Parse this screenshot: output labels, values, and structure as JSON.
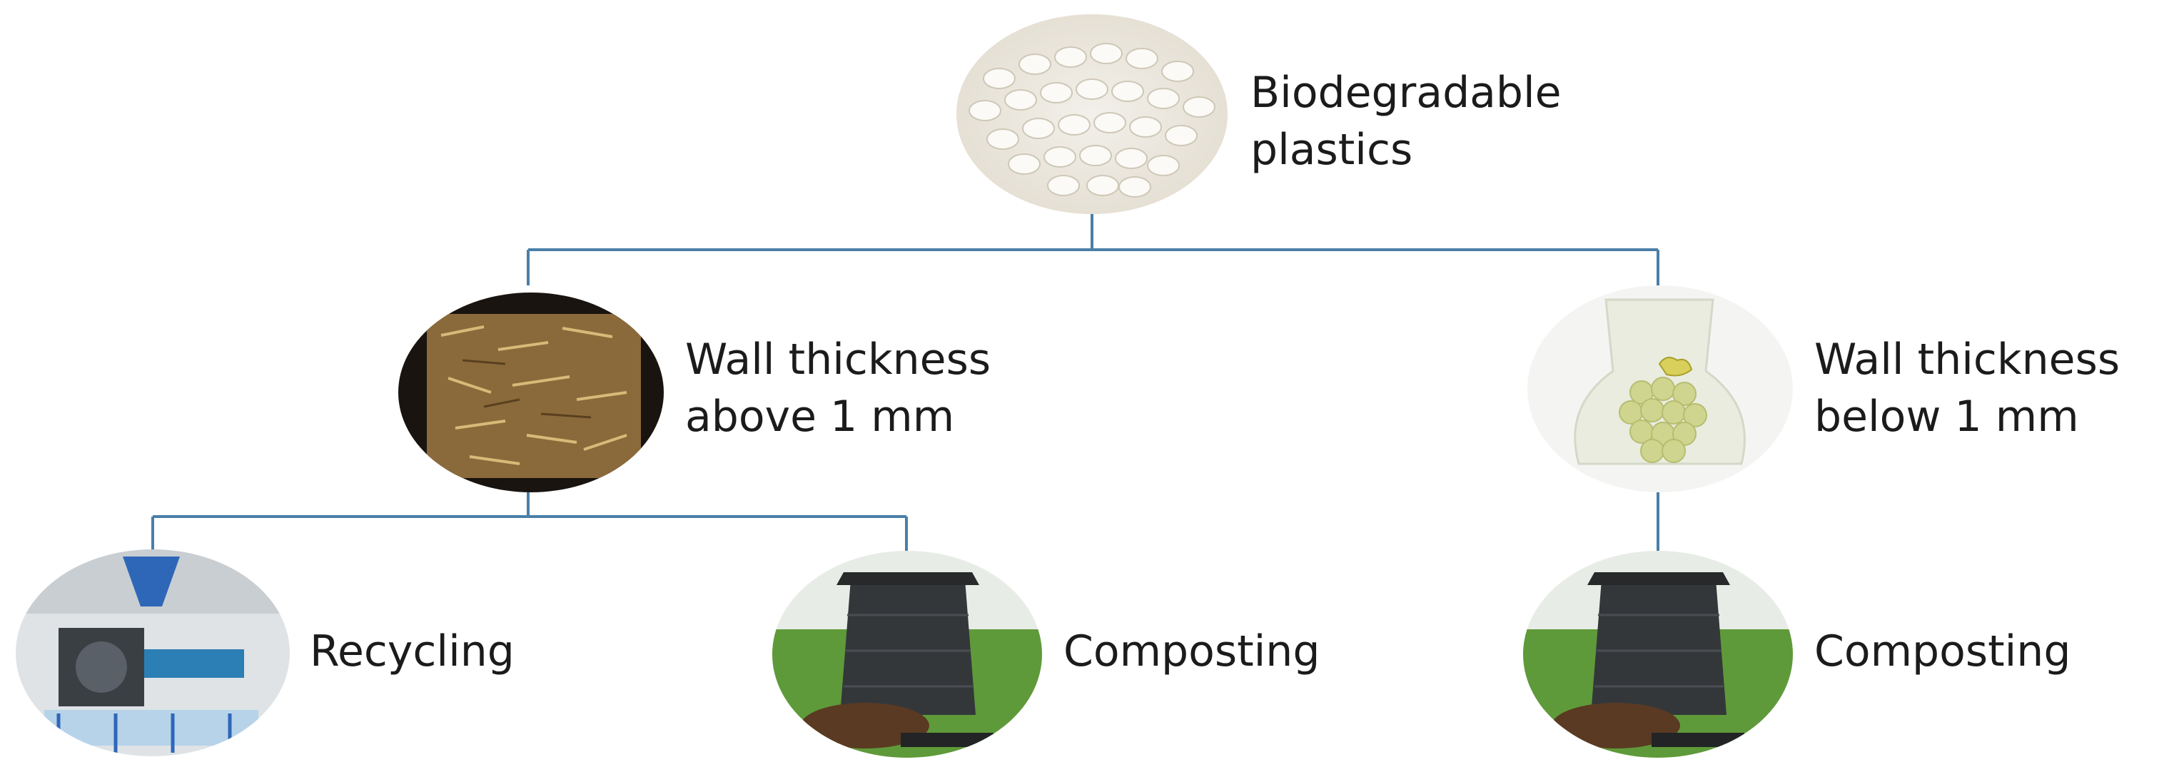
{
  "nodes": {
    "root": {
      "line1": "Biodegradable",
      "line2": "plastics",
      "image": "white-plastic-pellets"
    },
    "thick": {
      "line1": "Wall thickness",
      "line2": "above 1 mm",
      "image": "fibre-composite-panel"
    },
    "thin": {
      "line1": "Wall thickness",
      "line2": "below 1 mm",
      "image": "translucent-bag-with-grapes"
    },
    "recycling": {
      "label": "Recycling",
      "image": "recycling-machinery"
    },
    "composting_a": {
      "label": "Composting",
      "image": "compost-bin"
    },
    "composting_b": {
      "label": "Composting",
      "image": "compost-bin"
    }
  },
  "colors": {
    "connector": "#4a7fa8",
    "text": "#1b1b1b"
  }
}
